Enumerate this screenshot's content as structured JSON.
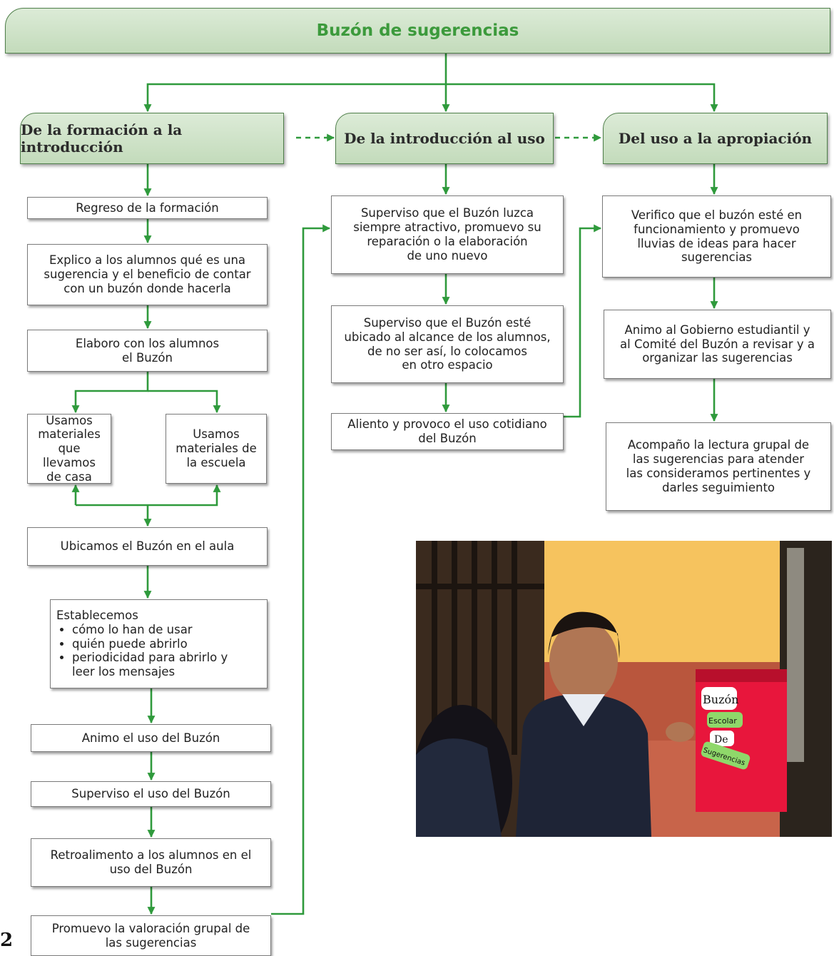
{
  "title": "Buzón de sugerencias",
  "phases": [
    "De la formación a la introducción",
    "De la introducción al uso",
    "Del uso a la apropiación"
  ],
  "col1": {
    "regreso": "Regreso de la formación",
    "explico": "Explico a los alumnos qué es una\nsugerencia y el beneficio de contar\ncon un buzón donde hacerla",
    "elaboro": "Elaboro con los alumnos\nel Buzón",
    "casa": "Usamos\nmateriales\nque llevamos\nde casa",
    "escuela": "Usamos\nmateriales de\nla escuela",
    "ubicamos": "Ubicamos el Buzón en el aula",
    "establecemos_title": "Establecemos",
    "establecemos_items": [
      "cómo lo han de usar",
      "quién puede abrirlo",
      "periodicidad para abrirlo y\nleer los mensajes"
    ],
    "animo": "Animo el uso del Buzón",
    "superviso": "Superviso el uso del Buzón",
    "retroalimento": "Retroalimento a los alumnos en el\nuso del Buzón",
    "promuevo": "Promuevo la valoración grupal de\nlas sugerencias"
  },
  "col2": {
    "atractivo": "Superviso que el Buzón luzca\nsiempre atractivo, promuevo su\nreparación o la elaboración\nde uno nuevo",
    "ubicado": "Superviso que el Buzón esté\nubicado al alcance de los alumnos,\nde no ser así, lo colocamos\nen otro espacio",
    "aliento": "Aliento y provoco el uso cotidiano\ndel Buzón"
  },
  "col3": {
    "verifico": "Verifico que el buzón esté en\nfuncionamiento y  promuevo\nlluvias de ideas para hacer\nsugerencias",
    "animo_gobierno": "Animo al Gobierno estudiantil y\nal Comité del Buzón a revisar y a\norganizar las sugerencias",
    "acompano": "Acompaño la lectura grupal de\nlas sugerencias para atender\nlas  consideramos pertinentes y\ndarles seguimiento"
  },
  "photo": {
    "sign_line1": "Buzón",
    "sign_line2": "Escolar",
    "sign_line3": "De",
    "sign_line4": "Sugerencias"
  },
  "page_number": "2",
  "colors": {
    "arrow": "#2f9a3c",
    "header_fill": "#cfe3c8"
  }
}
